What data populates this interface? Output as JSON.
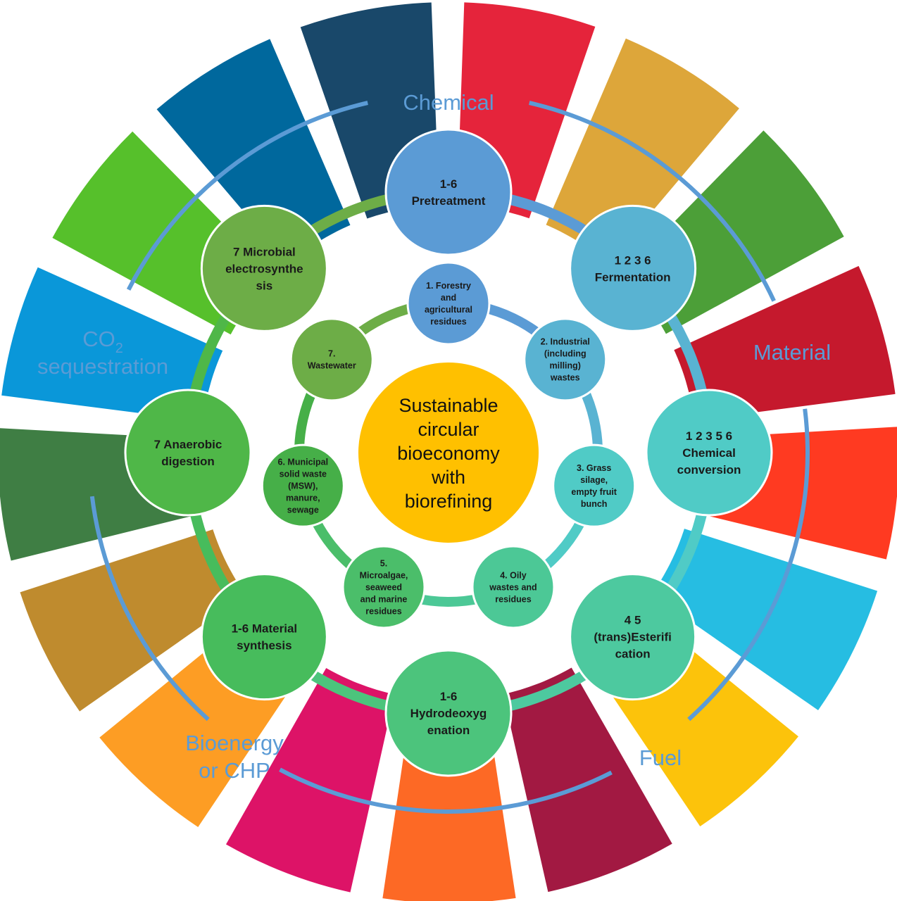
{
  "title": "Sustainable circular bioeconomy with biorefining",
  "center": {
    "lines": [
      "Sustainable",
      "circular",
      "bioeconomy",
      "with",
      "biorefining"
    ],
    "color": "#FFC000"
  },
  "processes": [
    {
      "lines": [
        "1-6",
        "Pretreatment"
      ],
      "color": "#5B9BD5"
    },
    {
      "lines": [
        "1 2 3 6",
        "Fermentation"
      ],
      "color": "#59B3D2"
    },
    {
      "lines": [
        "1 2 3 5 6",
        "Chemical",
        "conversion"
      ],
      "color": "#50CBC6"
    },
    {
      "lines": [
        "4 5",
        "(trans)Esterifi",
        "cation"
      ],
      "color": "#4DC99F"
    },
    {
      "lines": [
        "1-6",
        "Hydrodeoxyg",
        "enation"
      ],
      "color": "#4CC47C"
    },
    {
      "lines": [
        "1-6 Material",
        "synthesis"
      ],
      "color": "#47BC5C"
    },
    {
      "lines": [
        "7 Anaerobic",
        "digestion"
      ],
      "color": "#4FB748"
    },
    {
      "lines": [
        "7 Microbial",
        "electrosynthe",
        "sis"
      ],
      "color": "#6DAD47"
    }
  ],
  "feedstocks": [
    {
      "lines": [
        "1. Forestry",
        "and",
        "agricultural",
        "residues"
      ],
      "color": "#5B9BD5"
    },
    {
      "lines": [
        "2. Industrial",
        "(including",
        "milling)",
        "wastes"
      ],
      "color": "#59B3D2"
    },
    {
      "lines": [
        "3. Grass",
        "silage,",
        "empty fruit",
        "bunch"
      ],
      "color": "#50CBC6"
    },
    {
      "lines": [
        "4. Oily",
        "wastes and",
        "residues"
      ],
      "color": "#4CC896"
    },
    {
      "lines": [
        "5.",
        "Microalgae,",
        "seaweed",
        "and marine",
        "residues"
      ],
      "color": "#4BBE6A"
    },
    {
      "lines": [
        "6. Municipal",
        "solid waste",
        "(MSW),",
        "manure,",
        "sewage"
      ],
      "color": "#46AF48"
    },
    {
      "lines": [
        "7.",
        "Wastewater"
      ],
      "color": "#6DAD47"
    }
  ],
  "products": {
    "chemical": "Chemical",
    "material": "Material",
    "fuel": "Fuel",
    "bioenergy": [
      "Bioenergy",
      "or CHP"
    ],
    "co2": {
      "main": "CO",
      "sub": "2",
      "line2": "sequestration"
    }
  },
  "colors": {
    "arc": "#5B9BD5",
    "sdg": [
      "#E5243B",
      "#DDA63A",
      "#4C9F38",
      "#C5192D",
      "#FF3A21",
      "#26BDE2",
      "#FCC30B",
      "#A21942",
      "#FD6925",
      "#DD1367",
      "#FD9D24",
      "#BF8B2E",
      "#3F7E44",
      "#0A97D9",
      "#56C02B",
      "#00689D",
      "#19486A"
    ]
  }
}
